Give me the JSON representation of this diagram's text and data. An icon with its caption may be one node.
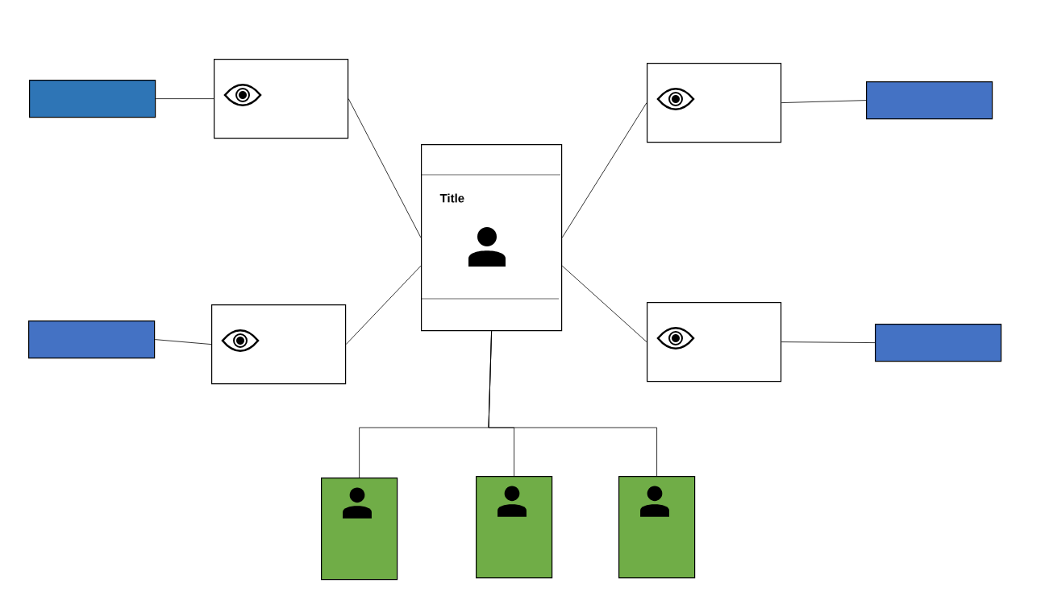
{
  "diagram": {
    "nodes": [
      {
        "text": [
          "Title"
        ]
      },
      {
        "text": [],
        "shape": "box"
      },
      {
        "text": [],
        "shape": "box"
      },
      {
        "text": [],
        "shape": "box"
      },
      {
        "text": [],
        "shape": "box"
      },
      {
        "text": [],
        "shape": "box"
      },
      {
        "text": [],
        "shape": "box"
      },
      {
        "text": [],
        "shape": "box"
      },
      {
        "text": [],
        "shape": "box"
      },
      {
        "text": [],
        "shape": "box"
      },
      {
        "text": [],
        "shape": "box"
      },
      {
        "text": [],
        "shape": "box"
      }
    ],
    "edges": [
      {
        "from": 5,
        "to": 1,
        "arrow": "none"
      },
      {
        "from": 1,
        "to": 0,
        "arrow": "none"
      },
      {
        "from": 6,
        "to": 2,
        "arrow": "none"
      },
      {
        "from": 2,
        "to": 0,
        "arrow": "none"
      },
      {
        "from": 3,
        "to": 7,
        "arrow": "none"
      },
      {
        "from": 0,
        "to": 3,
        "arrow": "none"
      },
      {
        "from": 4,
        "to": 8,
        "arrow": "none"
      },
      {
        "from": 0,
        "to": 4,
        "arrow": "none"
      },
      {
        "from": 0,
        "to": 9,
        "arrow": "none"
      },
      {
        "from": 0,
        "to": 10,
        "arrow": "none"
      },
      {
        "from": 0,
        "to": 11,
        "arrow": "none"
      }
    ]
  }
}
